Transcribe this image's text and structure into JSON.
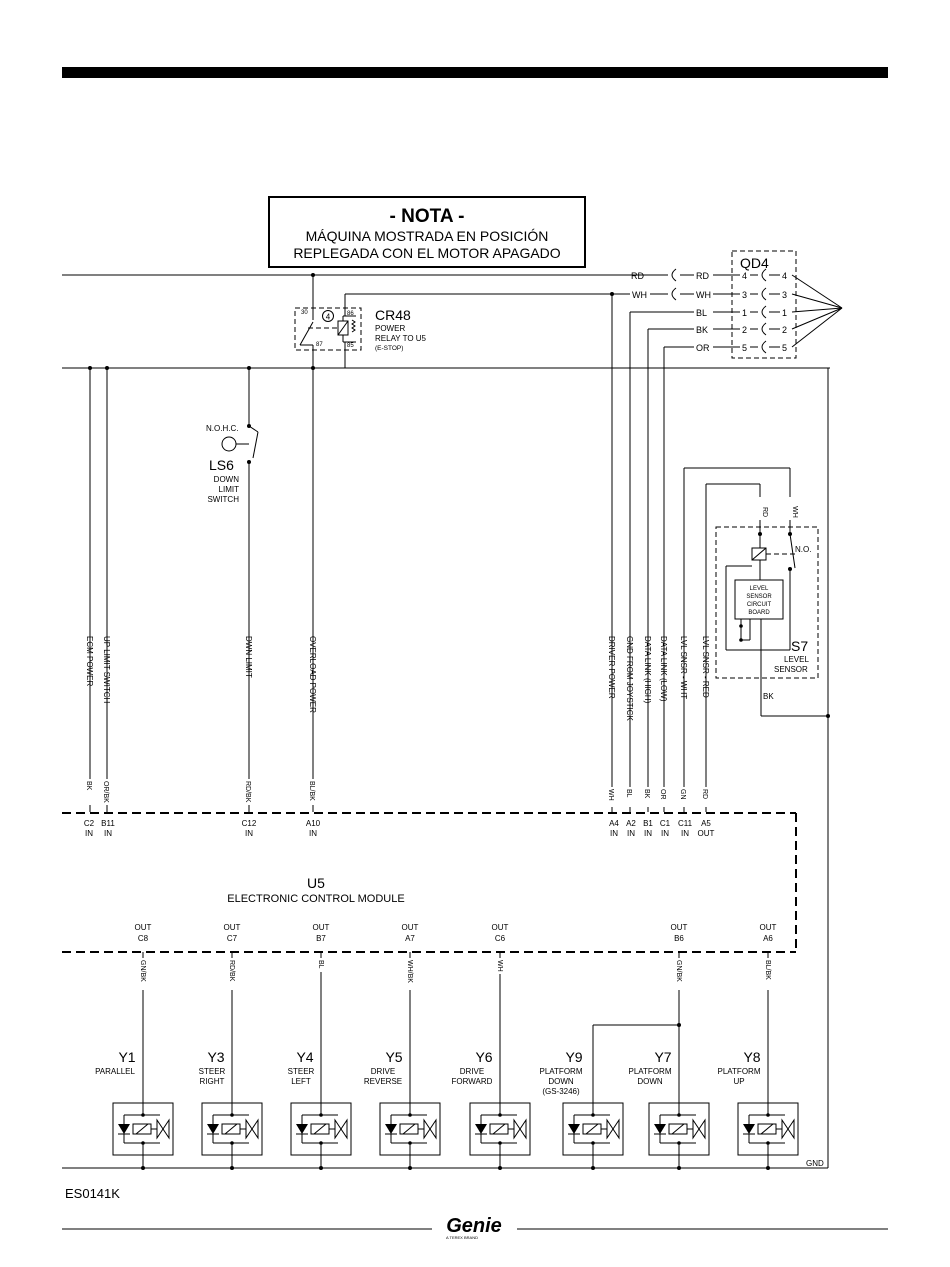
{
  "note": {
    "title": "- NOTA -",
    "line1": "MÁQUINA MOSTRADA EN POSICIÓN",
    "line2": "REPLEGADA CON EL MOTOR APAGADO"
  },
  "drawing_number": "ES0141K",
  "logo": {
    "brand": "Genie",
    "sub": "A TEREX BRAND"
  },
  "qd4": {
    "name": "QD4",
    "rows": [
      {
        "color": "RD",
        "color2": "RD",
        "pin": "4"
      },
      {
        "color": "WH",
        "color2": "WH",
        "pin": "3"
      },
      {
        "color": "",
        "color2": "BL",
        "pin": "1"
      },
      {
        "color": "",
        "color2": "BK",
        "pin": "2"
      },
      {
        "color": "",
        "color2": "OR",
        "pin": "5"
      }
    ]
  },
  "cr48": {
    "name": "CR48",
    "line1": "POWER",
    "line2": "RELAY TO U5",
    "line3": "(E-STOP)",
    "marker": "4",
    "pins": [
      "30",
      "87",
      "86",
      "85"
    ]
  },
  "ls6": {
    "name": "LS6",
    "contact": "N.O.H.C.",
    "line1": "DOWN",
    "line2": "LIMIT",
    "line3": "SWITCH"
  },
  "s7": {
    "name": "S7",
    "line1": "LEVEL",
    "line2": "SENSOR",
    "board": [
      "LEVEL",
      "SENSOR",
      "CIRCUIT",
      "BOARD"
    ],
    "contact": "N.O.",
    "rd": "RD",
    "wh": "WH",
    "bk": "BK"
  },
  "u5": {
    "name": "U5",
    "title": "ELECTRONIC CONTROL MODULE"
  },
  "inputs": [
    {
      "label": "ECM POWER",
      "color": "BK",
      "pin": "C2",
      "dir": "IN"
    },
    {
      "label": "UP LIMIT SWITCH",
      "color": "OR/BK",
      "pin": "B11",
      "dir": "IN"
    },
    {
      "label": "DWN LIMIT",
      "color": "RD/BK",
      "pin": "C12",
      "dir": "IN"
    },
    {
      "label": "OVERLOAD POWER",
      "color": "BL/BK",
      "pin": "A10",
      "dir": "IN"
    },
    {
      "label": "DRIVER POWER",
      "color": "WH",
      "pin": "A4",
      "dir": "IN"
    },
    {
      "label": "GND FROM JOYSTICK",
      "color": "BL",
      "pin": "A2",
      "dir": "IN"
    },
    {
      "label": "DATA LINK (HIGH)",
      "color": "BK",
      "pin": "B1",
      "dir": "IN"
    },
    {
      "label": "DATA LINK (LOW)",
      "color": "OR",
      "pin": "C1",
      "dir": "IN"
    },
    {
      "label": "LVL SNSR - WHT",
      "color": "GN",
      "pin": "C11",
      "dir": "IN"
    },
    {
      "label": "LVL SNSR - RED",
      "color": "RD",
      "pin": "A5",
      "dir": "OUT"
    }
  ],
  "outputs": [
    {
      "pin": "C8",
      "dir": "OUT",
      "color": "GN/BK"
    },
    {
      "pin": "C7",
      "dir": "OUT",
      "color": "RD/BK"
    },
    {
      "pin": "B7",
      "dir": "OUT",
      "color": "BL"
    },
    {
      "pin": "A7",
      "dir": "OUT",
      "color": "WH/BK"
    },
    {
      "pin": "C6",
      "dir": "OUT",
      "color": "WH"
    },
    {
      "pin": "B6",
      "dir": "OUT",
      "color": "GN/BK"
    },
    {
      "pin": "A6",
      "dir": "OUT",
      "color": "BL/BK"
    }
  ],
  "valves": [
    {
      "name": "Y1",
      "line1": "PARALLEL",
      "line2": "",
      "line3": ""
    },
    {
      "name": "Y3",
      "line1": "STEER",
      "line2": "RIGHT",
      "line3": ""
    },
    {
      "name": "Y4",
      "line1": "STEER",
      "line2": "LEFT",
      "line3": ""
    },
    {
      "name": "Y5",
      "line1": "DRIVE",
      "line2": "REVERSE",
      "line3": ""
    },
    {
      "name": "Y6",
      "line1": "DRIVE",
      "line2": "FORWARD",
      "line3": ""
    },
    {
      "name": "Y9",
      "line1": "PLATFORM",
      "line2": "DOWN",
      "line3": "(GS-3246)"
    },
    {
      "name": "Y7",
      "line1": "PLATFORM",
      "line2": "DOWN",
      "line3": ""
    },
    {
      "name": "Y8",
      "line1": "PLATFORM",
      "line2": "UP",
      "line3": ""
    }
  ],
  "gnd": "GND"
}
